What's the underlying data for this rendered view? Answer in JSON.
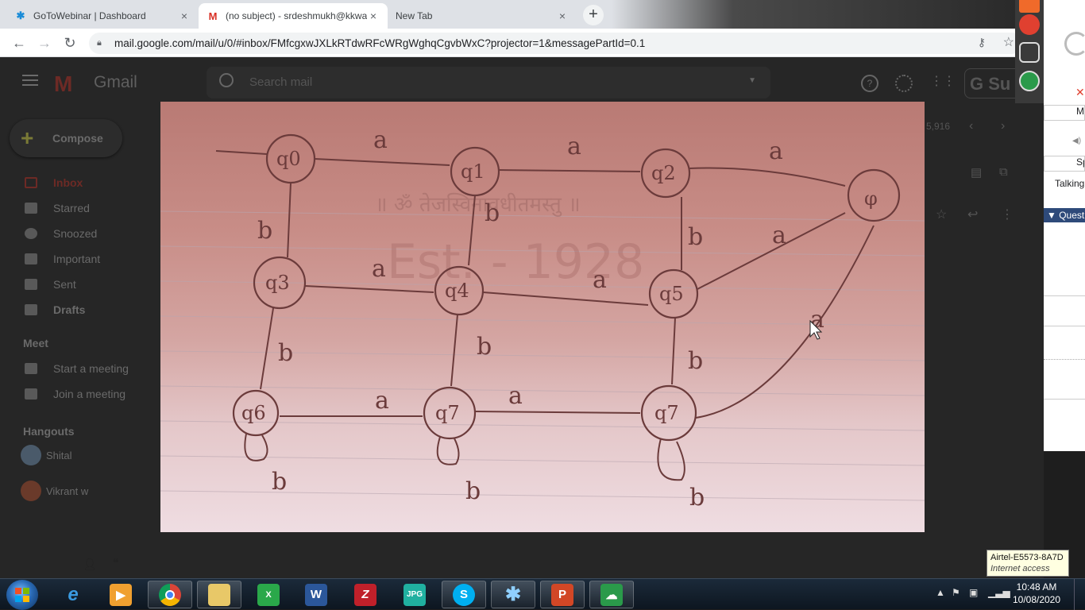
{
  "browser": {
    "tabs": [
      {
        "title": "GoToWebinar | Dashboard",
        "close": "×"
      },
      {
        "title": "(no subject) - srdeshmukh@kkwa",
        "close": "×"
      },
      {
        "title": "New Tab",
        "close": "×"
      }
    ],
    "new_tab": "+",
    "url": "mail.google.com/mail/u/0/#inbox/FMfcgxwJXLkRTdwRFcWRgWghqCgvbWxC?projector=1&messagePartId=0.1",
    "back": "←",
    "forward": "→",
    "reload": "↻",
    "star": "☆",
    "key": "⚷"
  },
  "gmail": {
    "logo_text": "Gmail",
    "search_placeholder": "Search mail",
    "gsuite": "G Su",
    "compose": "Compose",
    "nav": [
      {
        "label": "Inbox"
      },
      {
        "label": "Starred"
      },
      {
        "label": "Snoozed"
      },
      {
        "label": "Important"
      },
      {
        "label": "Sent"
      },
      {
        "label": "Drafts"
      }
    ],
    "meet_title": "Meet",
    "meet": [
      {
        "label": "Start a meeting"
      },
      {
        "label": "Join a meeting"
      }
    ],
    "hangouts_title": "Hangouts",
    "hangouts": [
      {
        "name": "Shital"
      },
      {
        "name": "Vikrant w"
      }
    ],
    "count": "5,916"
  },
  "photo": {
    "stamp_line": "॥ ॐ तेजस्विनावधीतमस्तु ॥",
    "stamp_est": "Est. - 1928",
    "states": [
      "q0",
      "q1",
      "q2",
      "φ",
      "q3",
      "q4",
      "q5",
      "q6",
      "q7",
      "q7"
    ],
    "labels": [
      "a",
      "a",
      "a",
      "b",
      "b",
      "b",
      "a",
      "a",
      "a",
      "b",
      "b",
      "b",
      "a",
      "a",
      "a",
      "b",
      "b",
      "b"
    ]
  },
  "webinar": {
    "rows": [
      "M",
      "Sp",
      "Talking",
      "Quest"
    ]
  },
  "tooltip": {
    "line1": "Airtel-E5573-8A7D",
    "line2": "Internet access"
  },
  "taskbar": {
    "clock_time": "10:48 AM",
    "clock_date": "10/08/2020"
  },
  "colors": {
    "accent_gmail_red": "#6d2a25",
    "photo_pink": "#d4a5a2",
    "pencil": "#6b3b3b"
  }
}
